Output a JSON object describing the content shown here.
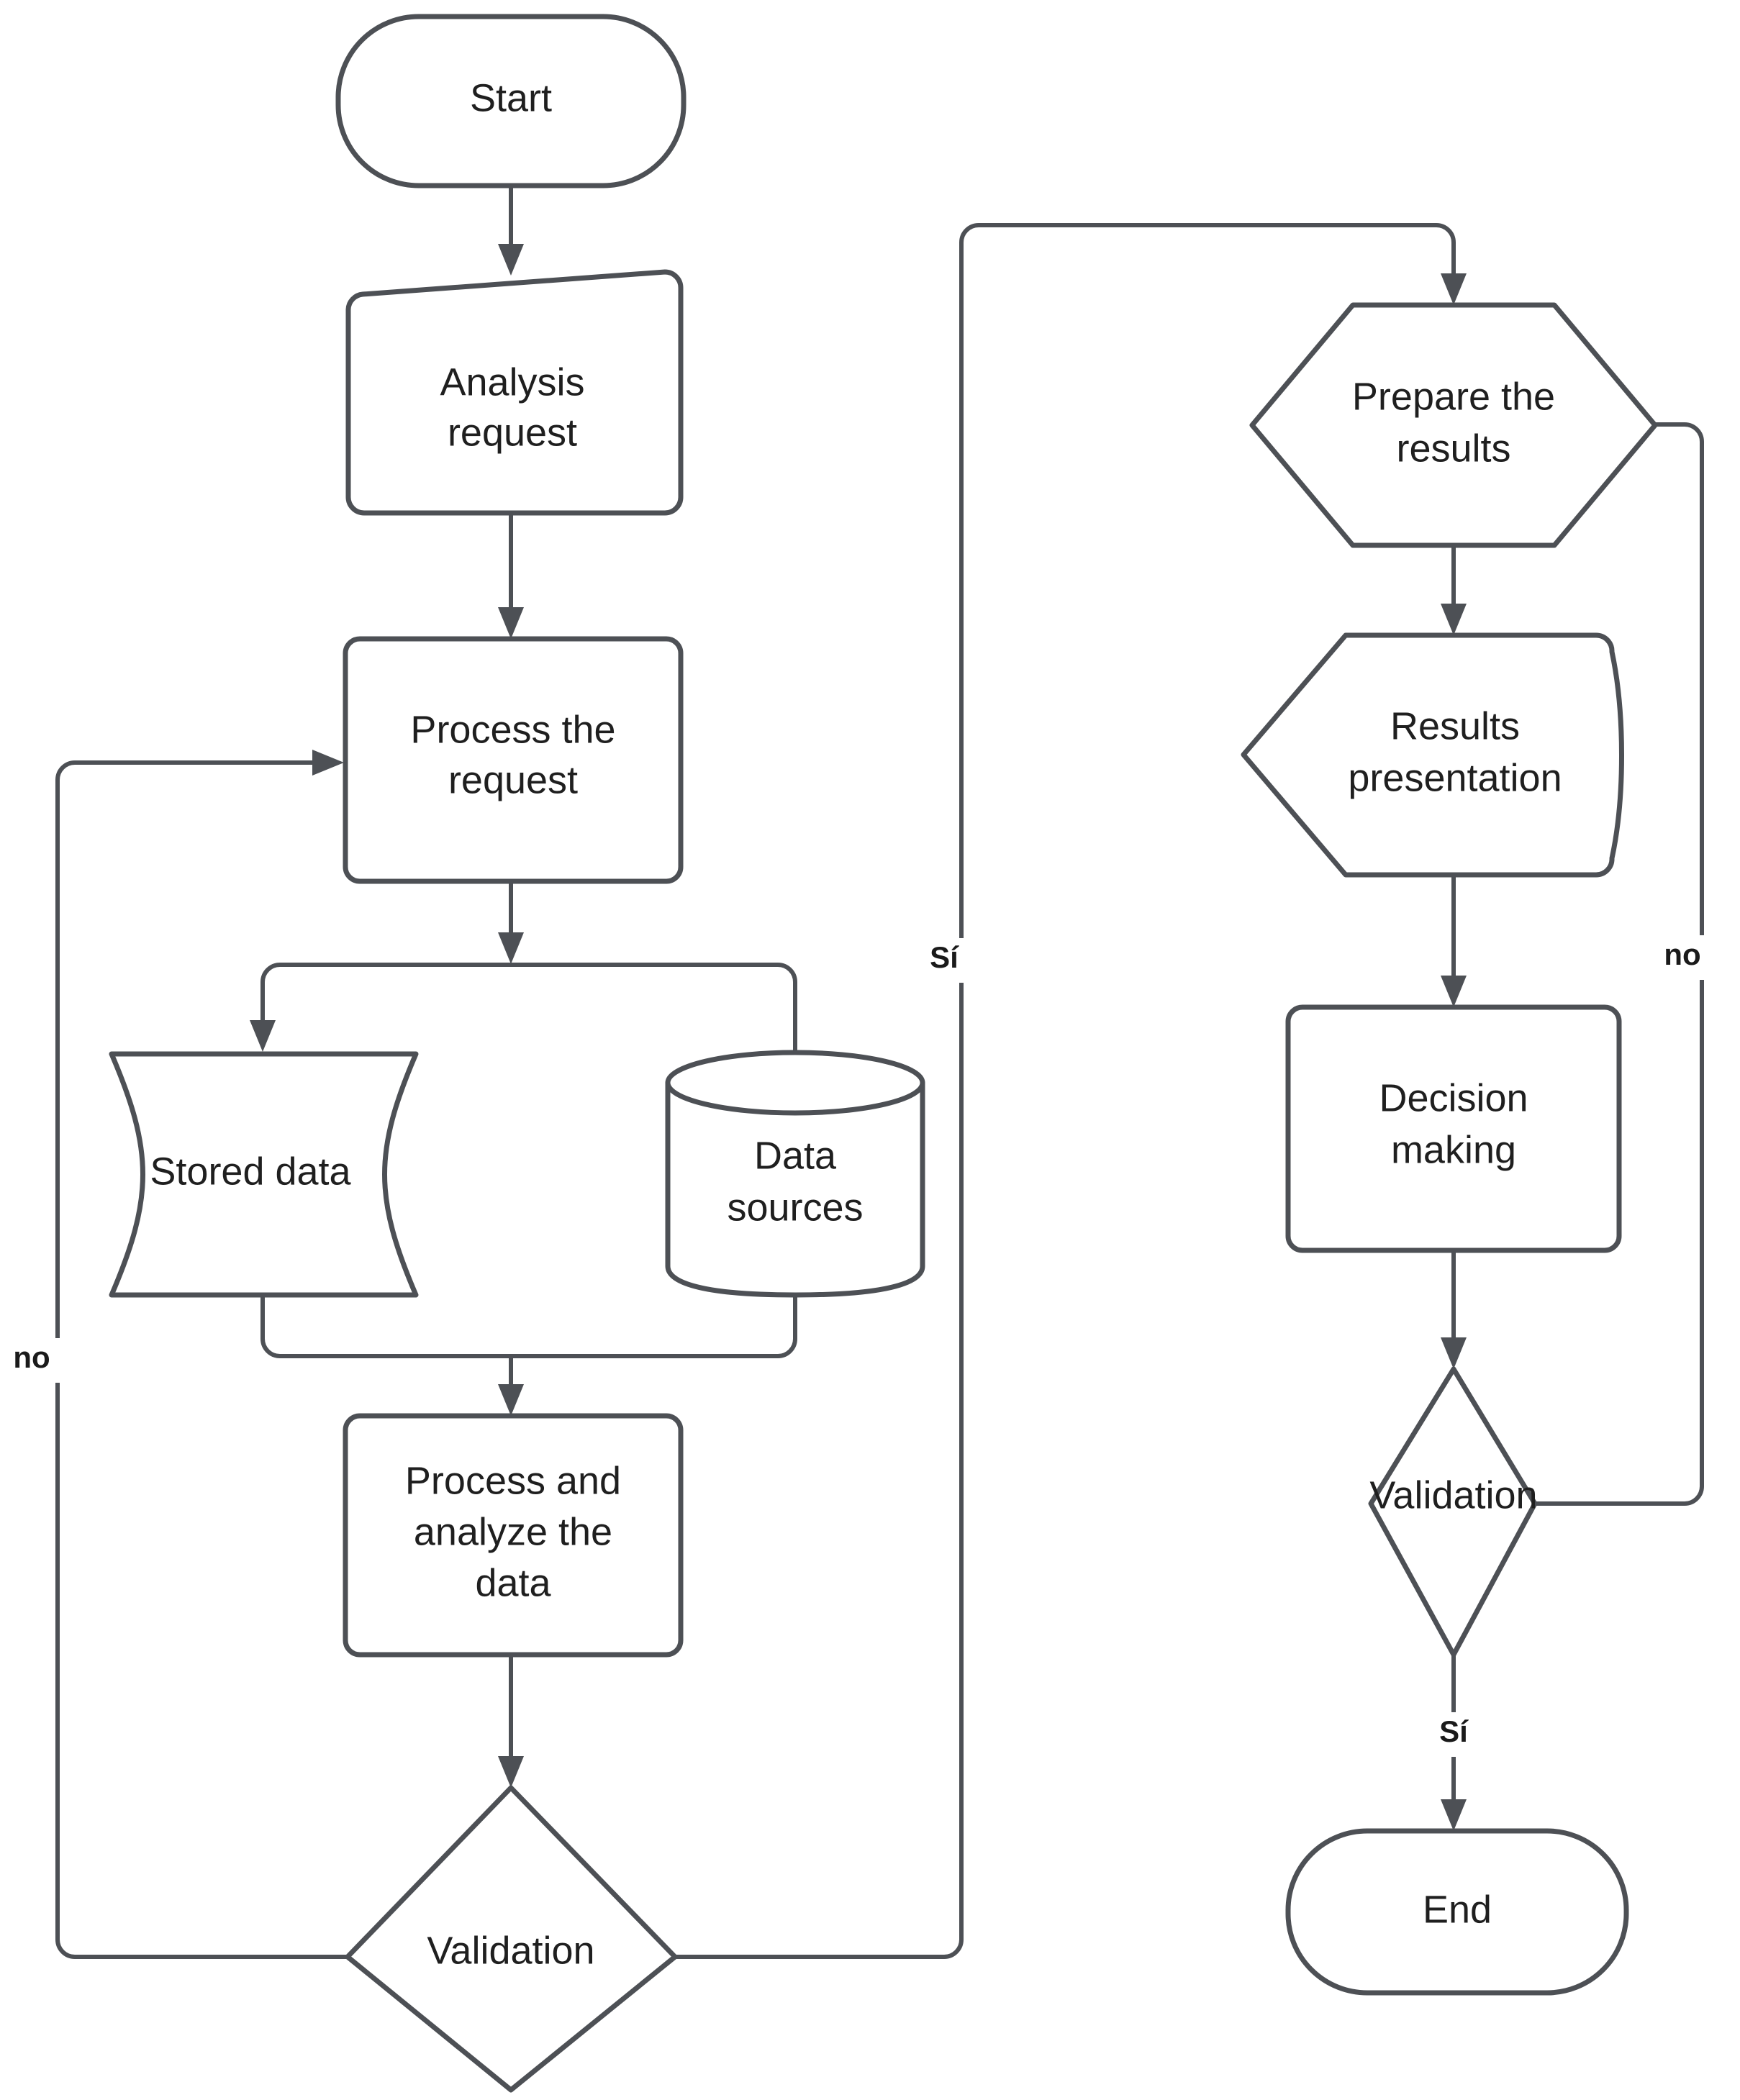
{
  "diagram": {
    "title": "Data analysis process flowchart",
    "background_color": "#ffffff",
    "stroke_color": "#4d5055",
    "text_color": "#1f1f1f",
    "nodes": {
      "start": {
        "label": "Start",
        "shape": "terminator"
      },
      "analysis_request": {
        "label_line1": "Analysis",
        "label_line2": "request",
        "shape": "card"
      },
      "process_request": {
        "label_line1": "Process the",
        "label_line2": "request",
        "shape": "process"
      },
      "stored_data": {
        "label": "Stored data",
        "shape": "stored-data"
      },
      "data_sources": {
        "label_line1": "Data",
        "label_line2": "sources",
        "shape": "cylinder"
      },
      "process_analyze": {
        "label_line1": "Process and",
        "label_line2": "analyze the",
        "label_line3": "data",
        "shape": "process"
      },
      "validation_left": {
        "label": "Validation",
        "shape": "decision"
      },
      "prepare_results": {
        "label_line1": "Prepare the",
        "label_line2": "results",
        "shape": "hexagon"
      },
      "results_presentation": {
        "label_line1": "Results",
        "label_line2": "presentation",
        "shape": "display"
      },
      "decision_making": {
        "label_line1": "Decision",
        "label_line2": "making",
        "shape": "process"
      },
      "validation_right": {
        "label": "Validation",
        "shape": "decision"
      },
      "end": {
        "label": "End",
        "shape": "terminator"
      }
    },
    "edge_labels": {
      "left_no": "no",
      "left_si": "Sí",
      "right_no": "no",
      "right_si": "Sí"
    }
  }
}
